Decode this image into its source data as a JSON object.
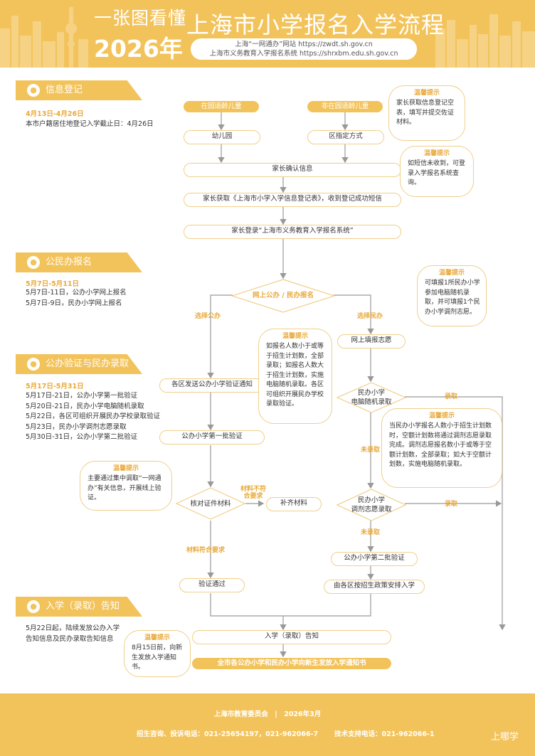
{
  "header": {
    "small_title": "一张图看懂",
    "year": "2026年",
    "title": "上海市小学报名入学流程",
    "url_line1": "上海“一网通办”网站 https://zwdt.sh.gov.cn",
    "url_line2": "上海市义务教育入学报名系统 https://shrxbm.edu.sh.gov.cn"
  },
  "sections": {
    "s1": {
      "title": "信息登记",
      "date": "4月13日-4月26日",
      "line1": "本市户籍居住地登记入学截止日：4月26日"
    },
    "s2": {
      "title": "公民办报名",
      "date": "5月7日-5月11日",
      "line1": "5月7日-11日，公办小学网上报名",
      "line2": "5月7日-9日，民办小学网上报名"
    },
    "s3": {
      "title": "公办验证与民办录取",
      "date": "5月17日-5月31日",
      "line1": "5月17日-21日，公办小学第一批验证",
      "line2": "5月20日-21日，民办小学电脑随机录取",
      "line3": "5月22日，各区可组织开展民办学校录取验证",
      "line4": "5月23日，民办小学调剂志愿录取",
      "line5": "5月30日-31日，公办小学第二批验证"
    },
    "s4": {
      "title": "入学（录取）告知",
      "line1": "5月22日起，陆续发放公办入学",
      "line2": "告知信息及民办录取告知信息"
    }
  },
  "flow": {
    "pill_in_age": "在园适龄儿童",
    "pill_not_age": "非在园适龄儿童",
    "kindergarten": "幼儿园",
    "district_method": "区指定方式",
    "parent_confirm": "家长确认信息",
    "get_form": "家长获取《上海市小学入学信息登记表》，收到登记成功短信",
    "login": "家长登录“上海市义务教育入学报名系统”",
    "diamond_register": "网上公办 / 民办报名",
    "choose_public": "选择公办",
    "choose_private": "选择民办",
    "fill_wish": "网上填报志愿",
    "district_notice": "各区发送公办小学验证通知",
    "private_random_1": "民办小学",
    "private_random_2": "电脑随机录取",
    "admitted_1": "录取",
    "first_verify": "公办小学第一批验证",
    "not_admitted_1": "未录取",
    "check_docs": "核对证件材料",
    "docs_bad_1": "材料不符",
    "docs_bad_2": "合要求",
    "supplement": "补齐材料",
    "private_adjust_1": "民办小学",
    "private_adjust_2": "调剂志愿录取",
    "admitted_2": "录取",
    "not_admitted_2": "未录取",
    "docs_ok": "材料符合要求",
    "second_verify": "公办小学第二批验证",
    "verify_pass": "验证通过",
    "district_arrange": "由各区按招生政策安排入学",
    "admission_notice": "入学（录取）告知",
    "final": "全市各公办小学和民办小学向新生发放入学通知书"
  },
  "tips": {
    "title": "温馨提示",
    "t1": "家长获取信息登记空表，填写并提交佐证材料。",
    "t2": "如短信未收到，可登录入学报名系统查询。",
    "t3": "可填报1所民办小学参加电脑随机录取，并可填报1个民办小学调剂志愿。",
    "t4": "如报名人数小于或等于招生计划数，全部录取；如报名人数大于招生计划数，实施电脑随机录取。各区可组织开展民办学校录取验证。",
    "t5": "当民办小学报名人数小于招生计划数时，空额计划数将通过调剂志愿录取完成。调剂志愿报名数小于或等于空额计划数，全部录取；如大于空额计划数，实施电脑随机录取。",
    "t6": "主要通过集中调取“一网通办”有关信息，开展线上验证。",
    "t7": "8月15日前，向新生发放入学通知书。"
  },
  "footer": {
    "org": "上海市教育委员会　|　2026年3月",
    "consult": "招生咨询、投诉电话：021-25654197，021-962066-7",
    "support": "技术支持电话：021-962066-1",
    "logo": "上哪学"
  },
  "colors": {
    "accent": "#f3c35b",
    "accent_dark": "#e8a93a",
    "line": "#999999"
  },
  "icons": {
    "section": "person-icon"
  }
}
